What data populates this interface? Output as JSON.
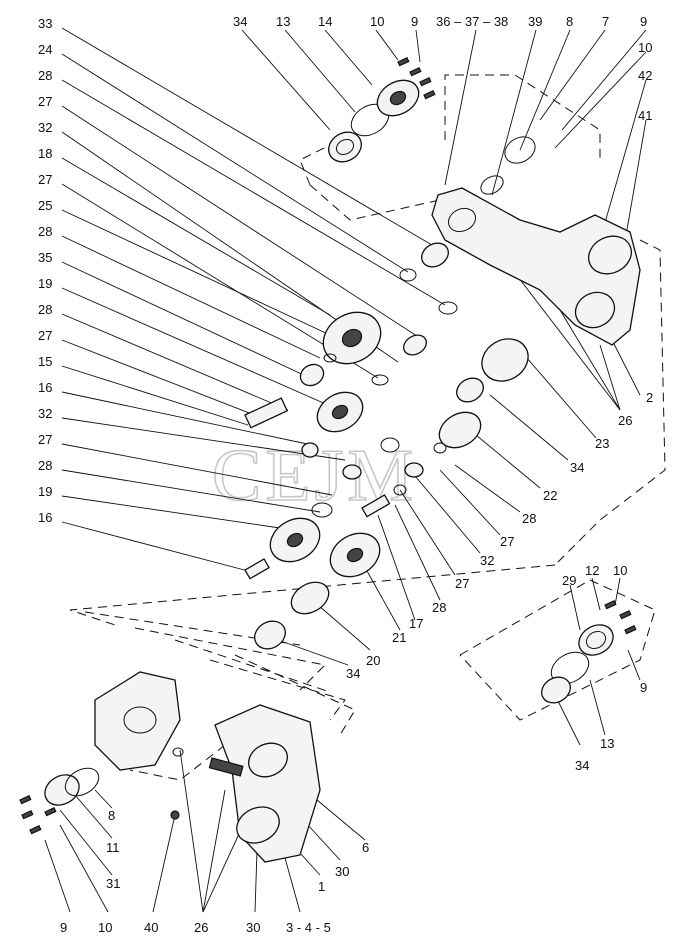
{
  "watermark": "CEJM",
  "callouts": {
    "c33": "33",
    "c24": "24",
    "c28a": "28",
    "c27a": "27",
    "c32a": "32",
    "c18": "18",
    "c27b": "27",
    "c25": "25",
    "c28b": "28",
    "c35": "35",
    "c19a": "19",
    "c28c": "28",
    "c27c": "27",
    "c15": "15",
    "c16a": "16",
    "c32b": "32",
    "c27d": "27",
    "c28d": "28",
    "c19b": "19",
    "c16b": "16",
    "t34": "34",
    "t13": "13",
    "t14": "14",
    "t10a": "10",
    "t9a": "9",
    "t36": "36 – 37 – 38",
    "t39": "39",
    "t8": "8",
    "t7": "7",
    "t9b": "9",
    "t10b": "10",
    "t42": "42",
    "t41": "41",
    "m2": "2",
    "m26a": "26",
    "m23": "23",
    "m34a": "34",
    "m22": "22",
    "m28e": "28",
    "m27e": "27",
    "m32c": "32",
    "m27f": "27",
    "m28f": "28",
    "m17": "17",
    "m21": "21",
    "m20": "20",
    "m34b": "34",
    "r29": "29",
    "r12": "12",
    "r10": "10",
    "r9": "9",
    "r13": "13",
    "r34": "34",
    "b6": "6",
    "b30a": "30",
    "b1": "1",
    "b8": "8",
    "b11": "11",
    "b31": "31",
    "b9": "9",
    "b10": "10",
    "b40": "40",
    "b26": "26",
    "b30b": "30",
    "b345": "3 - 4 - 5"
  }
}
